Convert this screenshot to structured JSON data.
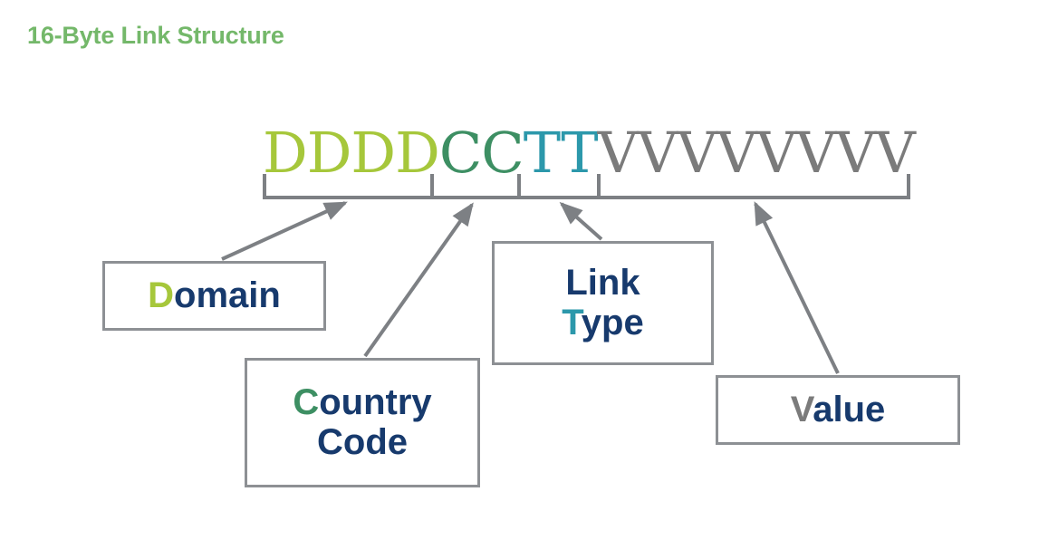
{
  "title": "16-Byte Link Structure",
  "theme": {
    "title_color": "#74b86a",
    "domain_color": "#a6c73b",
    "country_color": "#3d8f63",
    "linktype_color": "#2c98ab",
    "value_color": "#7b7b7b",
    "label_text_color": "#173a6d",
    "box_border_color": "#8d9094",
    "bracket_color": "#7d8084",
    "background": "#ffffff"
  },
  "byte_layout": {
    "total_bytes": 16,
    "sequence": "DDDDCCTTVVVVVVVV",
    "segments": [
      {
        "key": "domain",
        "letters": "DDDD",
        "bytes": 4,
        "color": "#a6c73b"
      },
      {
        "key": "country",
        "letters": "CC",
        "bytes": 2,
        "color": "#3d8f63"
      },
      {
        "key": "linktype",
        "letters": "TT",
        "bytes": 2,
        "color": "#2c98ab"
      },
      {
        "key": "value",
        "letters": "VVVVVVVV",
        "bytes": 8,
        "color": "#7b7b7b"
      }
    ]
  },
  "labels": {
    "domain": {
      "full": "Domain",
      "first_letter": "D",
      "rest": "omain"
    },
    "country": {
      "full": "Country Code",
      "line1_first_letter": "C",
      "line1_rest": "ountry",
      "line2": "Code"
    },
    "linktype": {
      "full": "Link Type",
      "line1": "Link",
      "line2_first_letter": "T",
      "line2_rest": "ype"
    },
    "value": {
      "full": "Value",
      "first_letter": "V",
      "rest": "alue"
    }
  }
}
